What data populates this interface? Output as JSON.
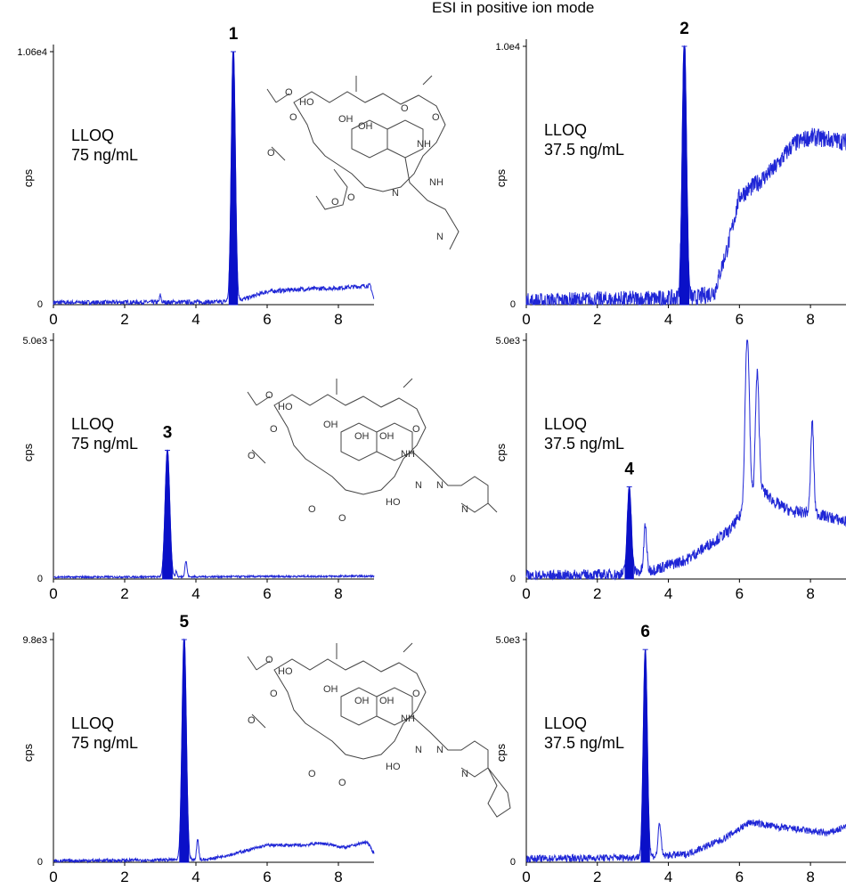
{
  "header": {
    "title": "ESI in positive ion mode"
  },
  "chart_data": [
    {
      "type": "line",
      "compound": "1",
      "lloq_label": "LLOQ",
      "lloq_value": "75 ng/mL",
      "ylabel": "cps",
      "ymax_label": "1.06e4",
      "ymin_label": "0",
      "xlim": [
        0,
        9
      ],
      "ylim": [
        0,
        10600
      ],
      "xticks": [
        "0",
        "2",
        "4",
        "6",
        "8"
      ],
      "peak": {
        "rt": 5.05,
        "height": 10600,
        "width": 0.13
      },
      "minor_peaks": [
        {
          "rt": 3.0,
          "height": 300,
          "width": 0.05
        }
      ],
      "baseline": [
        [
          0,
          90
        ],
        [
          4.7,
          110
        ],
        [
          5.4,
          250
        ],
        [
          6.0,
          550
        ],
        [
          7.0,
          650
        ],
        [
          8.0,
          700
        ],
        [
          8.9,
          800
        ],
        [
          9.0,
          200
        ]
      ],
      "noise": 90
    },
    {
      "type": "line",
      "compound": "2",
      "lloq_label": "LLOQ",
      "lloq_value": "37.5 ng/mL",
      "ylabel": "cps",
      "ymax_label": "1.0e4",
      "ymin_label": "0",
      "xlim": [
        0,
        9
      ],
      "ylim": [
        0,
        10000
      ],
      "xticks": [
        "0",
        "2",
        "4",
        "6",
        "8"
      ],
      "peak": {
        "rt": 4.45,
        "height": 10000,
        "width": 0.14
      },
      "minor_peaks": [],
      "baseline": [
        [
          0,
          100
        ],
        [
          4.8,
          250
        ],
        [
          5.3,
          500
        ],
        [
          5.7,
          2400
        ],
        [
          6.0,
          4200
        ],
        [
          6.5,
          4700
        ],
        [
          7.0,
          5300
        ],
        [
          7.5,
          6200
        ],
        [
          8.0,
          6500
        ],
        [
          9.0,
          6300
        ]
      ],
      "noise": 350
    },
    {
      "type": "line",
      "compound": "3",
      "lloq_label": "LLOQ",
      "lloq_value": "75 ng/mL",
      "ylabel": "cps",
      "ymax_label": "5.0e3",
      "ymin_label": "0",
      "xlim": [
        0,
        9
      ],
      "ylim": [
        0,
        5000
      ],
      "xticks": [
        "0",
        "2",
        "4",
        "6",
        "8"
      ],
      "peak": {
        "rt": 3.2,
        "height": 2650,
        "width": 0.15
      },
      "minor_peaks": [
        {
          "rt": 3.72,
          "height": 330,
          "width": 0.07
        },
        {
          "rt": 3.45,
          "height": 120,
          "width": 0.05
        }
      ],
      "baseline": [
        [
          0,
          40
        ],
        [
          3.0,
          45
        ],
        [
          9.0,
          60
        ]
      ],
      "noise": 20
    },
    {
      "type": "line",
      "compound": "4",
      "lloq_label": "LLOQ",
      "lloq_value": "37.5 ng/mL",
      "ylabel": "cps",
      "ymax_label": "5.0e3",
      "ymin_label": "0",
      "xlim": [
        0,
        9
      ],
      "ylim": [
        0,
        5000
      ],
      "xticks": [
        "0",
        "2",
        "4",
        "6",
        "8"
      ],
      "peak": {
        "rt": 2.9,
        "height": 1800,
        "width": 0.13
      },
      "minor_peaks": [
        {
          "rt": 3.35,
          "height": 950,
          "width": 0.09
        },
        {
          "rt": 6.22,
          "height": 3650,
          "width": 0.14
        },
        {
          "rt": 6.5,
          "height": 2500,
          "width": 0.12
        },
        {
          "rt": 8.05,
          "height": 1900,
          "width": 0.1
        }
      ],
      "baseline": [
        [
          0,
          60
        ],
        [
          2.5,
          90
        ],
        [
          3.6,
          200
        ],
        [
          4.5,
          400
        ],
        [
          5.0,
          650
        ],
        [
          5.7,
          1000
        ],
        [
          6.1,
          1400
        ],
        [
          6.6,
          1900
        ],
        [
          7.0,
          1600
        ],
        [
          7.5,
          1400
        ],
        [
          8.0,
          1400
        ],
        [
          8.5,
          1300
        ],
        [
          9.0,
          1200
        ]
      ],
      "noise": 120
    },
    {
      "type": "line",
      "compound": "5",
      "lloq_label": "LLOQ",
      "lloq_value": "75 ng/mL",
      "ylabel": "cps",
      "ymax_label": "9.8e3",
      "ymin_label": "0",
      "xlim": [
        0,
        9
      ],
      "ylim": [
        0,
        9800
      ],
      "xticks": [
        "0",
        "2",
        "4",
        "6",
        "8"
      ],
      "peak": {
        "rt": 3.67,
        "height": 9800,
        "width": 0.14
      },
      "minor_peaks": [
        {
          "rt": 4.05,
          "height": 900,
          "width": 0.07
        }
      ],
      "baseline": [
        [
          0,
          60
        ],
        [
          4.3,
          120
        ],
        [
          5.0,
          350
        ],
        [
          6.0,
          750
        ],
        [
          7.0,
          750
        ],
        [
          7.5,
          850
        ],
        [
          8.2,
          650
        ],
        [
          8.8,
          900
        ],
        [
          9.0,
          400
        ]
      ],
      "noise": 70
    },
    {
      "type": "line",
      "compound": "6",
      "lloq_label": "LLOQ",
      "lloq_value": "37.5 ng/mL",
      "ylabel": "cps",
      "ymax_label": "5.0e3",
      "ymin_label": "0",
      "xlim": [
        0,
        9
      ],
      "ylim": [
        0,
        5000
      ],
      "xticks": [
        "0",
        "2",
        "4",
        "6",
        "8"
      ],
      "peak": {
        "rt": 3.35,
        "height": 4650,
        "width": 0.13
      },
      "minor_peaks": [
        {
          "rt": 3.75,
          "height": 750,
          "width": 0.09
        }
      ],
      "baseline": [
        [
          0,
          80
        ],
        [
          3.0,
          110
        ],
        [
          4.5,
          180
        ],
        [
          5.5,
          500
        ],
        [
          6.3,
          900
        ],
        [
          7.0,
          800
        ],
        [
          8.0,
          700
        ],
        [
          8.5,
          650
        ],
        [
          9.0,
          800
        ]
      ],
      "noise": 80
    }
  ],
  "structures": [
    {
      "compound": "1",
      "labels": [
        "HO",
        "O",
        "OH",
        "O",
        "O",
        "OH",
        "O",
        "NH",
        "O",
        "NH",
        "O",
        "O",
        "N",
        "N"
      ]
    },
    {
      "compound": "3",
      "labels": [
        "O",
        "HO",
        "O",
        "OH",
        "OH",
        "OH",
        "O",
        "NH",
        "O",
        "O",
        "O",
        "N",
        "N",
        "N",
        "HO"
      ]
    },
    {
      "compound": "5",
      "labels": [
        "O",
        "HO",
        "O",
        "OH",
        "OH",
        "OH",
        "O",
        "NH",
        "O",
        "O",
        "O",
        "N",
        "N",
        "N",
        "HO"
      ]
    }
  ]
}
